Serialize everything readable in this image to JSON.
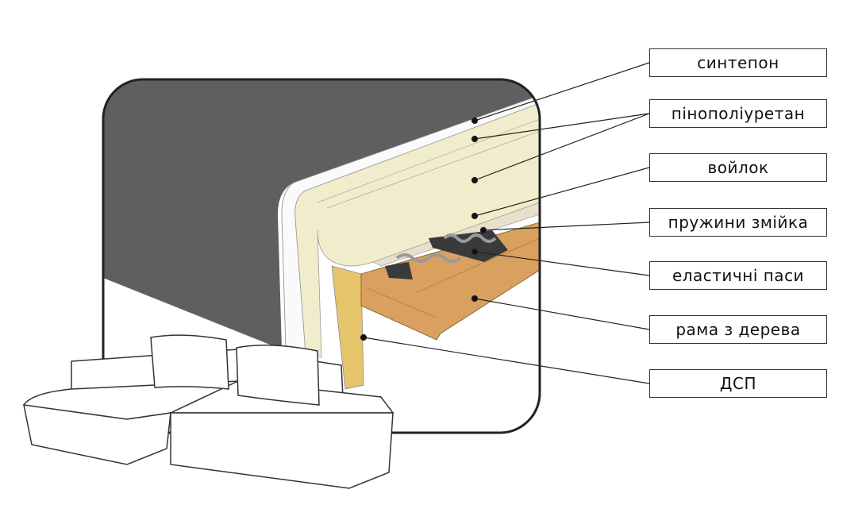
{
  "labels": [
    {
      "id": "sintepon",
      "text": "синтепон"
    },
    {
      "id": "pinopoliuretan",
      "text": "пінополіуретан"
    },
    {
      "id": "voilok",
      "text": "войлок"
    },
    {
      "id": "pruzhyny",
      "text": "пружини змійка"
    },
    {
      "id": "pasy",
      "text": "еластичні паси"
    },
    {
      "id": "rama",
      "text": "рама з дерева"
    },
    {
      "id": "dsp",
      "text": "ДСП"
    }
  ],
  "colors": {
    "fabric": "#5f5f5f",
    "foam": "#f1edcc",
    "felt": "#e8dfcc",
    "wood": "#d9a060",
    "chipboard": "#e6c56a",
    "belt": "#3a3a3a",
    "spring": "#cfcfcf"
  }
}
